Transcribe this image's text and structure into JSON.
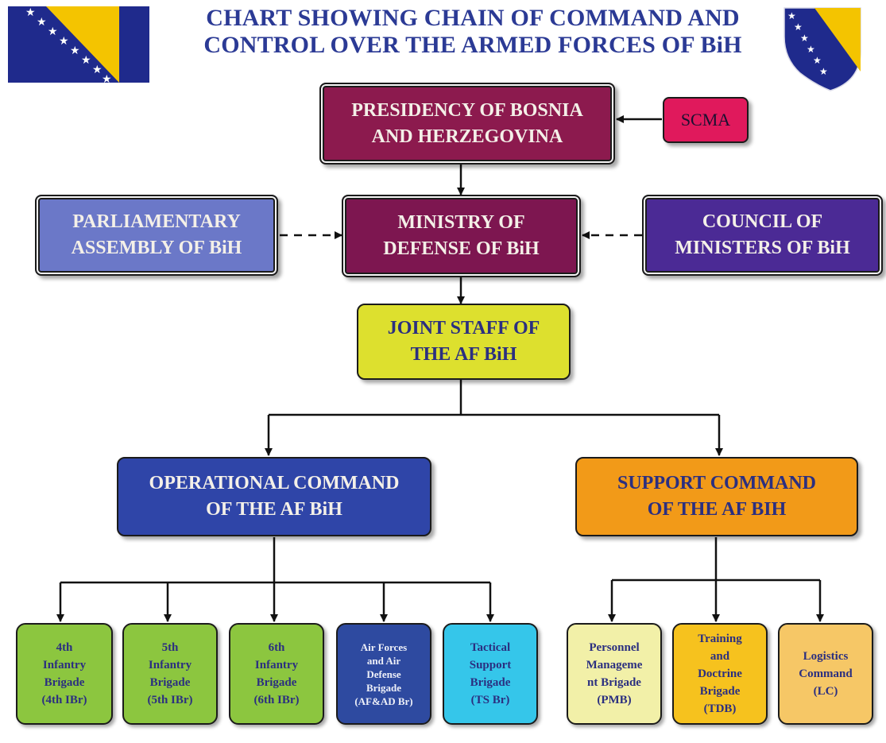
{
  "title": {
    "line1": "CHART SHOWING CHAIN OF COMMAND AND",
    "line2": "CONTROL OVER THE ARMED FORCES OF BiH"
  },
  "colors": {
    "flag_blue": "#1f2a8c",
    "flag_yellow": "#f4c400",
    "presidency": "#8c1a4e",
    "scma": "#e0195c",
    "parliament": "#6b78c8",
    "ministry": "#7d1650",
    "council": "#4b2a95",
    "joint_staff": "#dde02e",
    "operational": "#2f45a8",
    "support": "#f29a18",
    "infantry": "#8cc63f",
    "air_forces": "#2e4aa0",
    "tactical": "#35c6ea",
    "pmb": "#f2f0a8",
    "tdb": "#f6c21e",
    "lc": "#f6c766"
  },
  "nodes": {
    "presidency": "PRESIDENCY OF BOSNIA\nAND HERZEGOVINA",
    "scma": "SCMA",
    "parliament": "PARLIAMENTARY\nASSEMBLY OF BiH",
    "ministry": "MINISTRY OF\nDEFENSE OF BiH",
    "council": "COUNCIL OF\nMINISTERS OF BiH",
    "joint_staff": "JOINT STAFF OF\nTHE AF BiH",
    "operational": "OPERATIONAL COMMAND\nOF THE AF BiH",
    "support": "SUPPORT COMMAND\nOF THE AF BIH",
    "brigade_4": "4th\nInfantry\nBrigade\n(4th IBr)",
    "brigade_5": "5th\nInfantry\nBrigade\n(5th IBr)",
    "brigade_6": "6th\nInfantry\nBrigade\n(6th IBr)",
    "air_forces": "Air Forces\nand Air\nDefense\nBrigade\n(AF&AD Br)",
    "tactical": "Tactical\nSupport\nBrigade\n(TS Br)",
    "pmb": "Personnel\nManageme\nnt Brigade\n(PMB)",
    "tdb": "Training\nand\nDoctrine\nBrigade\n(TDB)",
    "lc": "Logistics\nCommand\n(LC)"
  }
}
